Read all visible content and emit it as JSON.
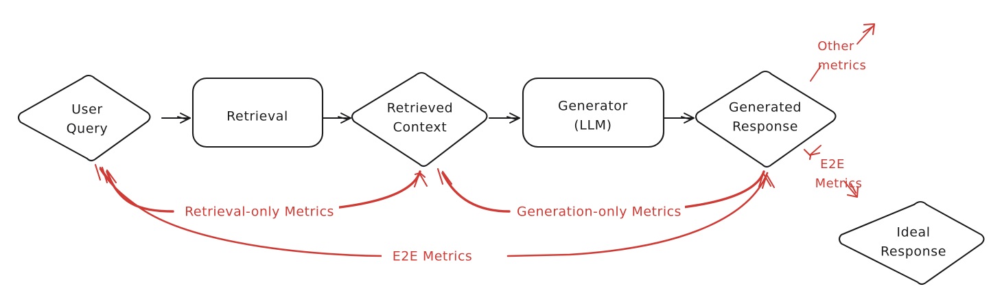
{
  "diagram": {
    "title": "RAG pipeline evaluation metrics",
    "colors": {
      "stroke": "#1b1b1d",
      "metric_red": "#cf3a34",
      "background": "#ffffff"
    },
    "nodes": [
      {
        "id": "user-query",
        "label_line1": "User",
        "label_line2": "Query",
        "shape": "diamond"
      },
      {
        "id": "retrieval",
        "label_line1": "Retrieval",
        "label_line2": "",
        "shape": "rounded-rect"
      },
      {
        "id": "retrieved-context",
        "label_line1": "Retrieved",
        "label_line2": "Context",
        "shape": "diamond"
      },
      {
        "id": "generator",
        "label_line1": "Generator",
        "label_line2": "(LLM)",
        "shape": "rounded-rect"
      },
      {
        "id": "generated-response",
        "label_line1": "Generated",
        "label_line2": "Response",
        "shape": "diamond"
      },
      {
        "id": "ideal-response",
        "label_line1": "Ideal",
        "label_line2": "Response",
        "shape": "diamond"
      }
    ],
    "metric_labels": {
      "retrieval_only": "Retrieval-only Metrics",
      "generation_only": "Generation-only Metrics",
      "e2e_bottom": "E2E Metrics",
      "other_metrics_line1": "Other",
      "other_metrics_line2": "metrics",
      "e2e_side_line1": "E2E",
      "e2e_side_line2": "Metrics"
    },
    "flow_edges": [
      {
        "from": "user-query",
        "to": "retrieval"
      },
      {
        "from": "retrieval",
        "to": "retrieved-context"
      },
      {
        "from": "retrieved-context",
        "to": "generator"
      },
      {
        "from": "generator",
        "to": "generated-response"
      }
    ],
    "metric_edges": [
      {
        "name": "retrieval-only-metrics",
        "from": "retrieved-context",
        "to": "user-query"
      },
      {
        "name": "generation-only-metrics",
        "from": "generated-response",
        "to": "retrieved-context"
      },
      {
        "name": "e2e-metrics",
        "from": "generated-response",
        "to": "user-query"
      },
      {
        "name": "other-metrics",
        "from": "generated-response",
        "to": "other"
      },
      {
        "name": "e2e-metrics-side",
        "from": "generated-response",
        "to": "ideal-response"
      }
    ]
  }
}
